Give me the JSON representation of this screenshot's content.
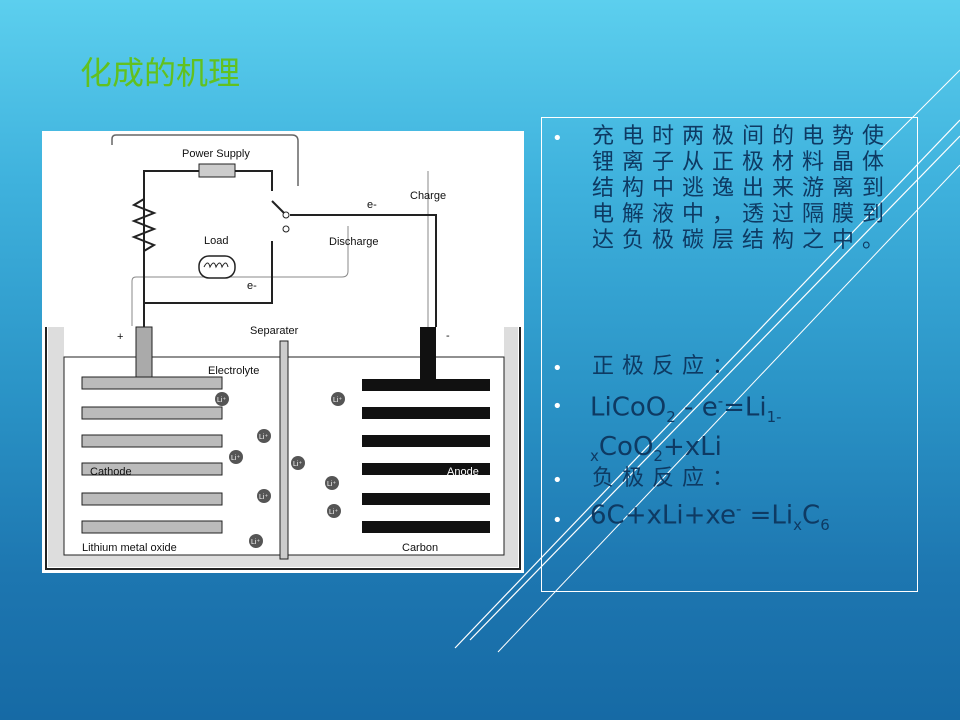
{
  "title": "化成的机理",
  "diagram": {
    "power_supply": "Power Supply",
    "load": "Load",
    "charge": "Charge",
    "discharge": "Discharge",
    "electron": "e-",
    "plus": "+",
    "minus": "-",
    "separater": "Separater",
    "electrolyte": "Electrolyte",
    "cathode": "Cathode",
    "anode": "Anode",
    "lithium_oxide": "Lithium metal oxide",
    "carbon": "Carbon",
    "ion": "Li⁺"
  },
  "text": {
    "bullet": "•",
    "para": "充电时两极间的电势使锂离子从正极材料晶体结构中逃逸出来游离到电解液中，透过隔膜到达负极碳层结构之中。",
    "positive_label": "正极反应：",
    "positive_formula": {
      "a": "LiCoO",
      "a_sub": "2",
      "b": " - e",
      "b_sup": "-",
      "c": "=Li",
      "c_sub": "1-",
      "d_sub": "x",
      "d": "CoO",
      "d_sub2": "2",
      "e": "+xLi"
    },
    "negative_label": "负极反应：",
    "negative_formula": {
      "a": "6C+xLi+xe",
      "a_sup": "-",
      "b": " =Li",
      "b_sub": "x",
      "c": "C",
      "c_sub": "6"
    }
  }
}
